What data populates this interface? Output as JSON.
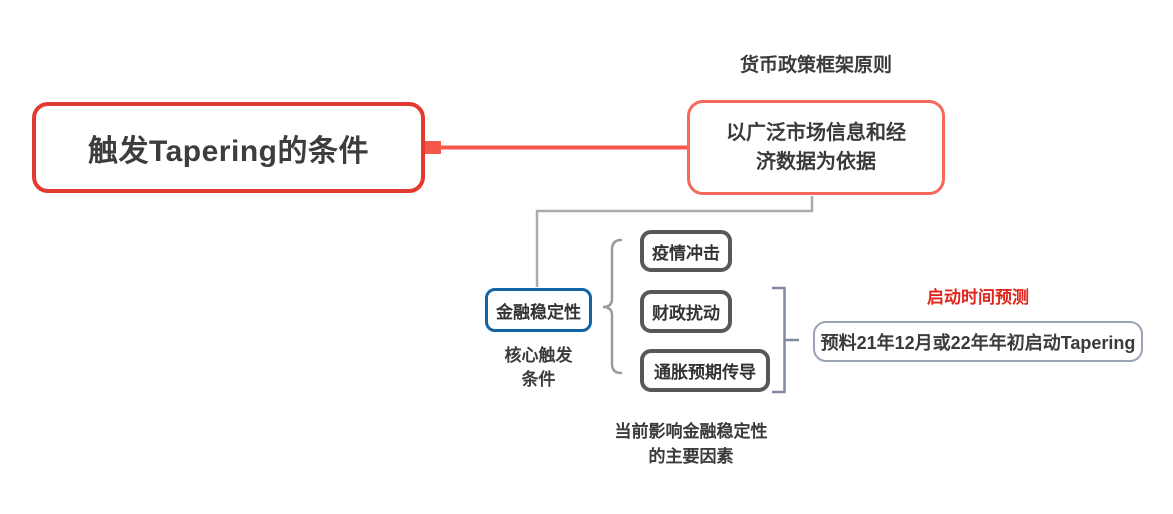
{
  "colors": {
    "root_border": "#e23a30",
    "principle_border": "#f4695c",
    "connector_red": "#f4584b",
    "connector_gray": "#ababab",
    "stability_border": "#1164a5",
    "factor_border": "#58585a",
    "brace_gray": "#9b9b9b",
    "bracket_gray": "#7f8aa0",
    "prediction_border": "#9aa3b4",
    "prediction_label": "#e1261d"
  },
  "mindmap": {
    "root": {
      "label": "触发Tapering的条件"
    },
    "principle": {
      "floating_label": "货币政策框架原则",
      "label": "以广泛市场信息和经\n济数据为依据"
    },
    "stability": {
      "label": "金融稳定性",
      "caption": "核心触发\n条件"
    },
    "factors": {
      "items": [
        {
          "label": "疫情冲击"
        },
        {
          "label": "财政扰动"
        },
        {
          "label": "通胀预期传导"
        }
      ],
      "caption": "当前影响金融稳定性\n的主要因素"
    },
    "prediction": {
      "floating_label": "启动时间预测",
      "label": "预料21年12月或22年年初启动Tapering"
    }
  }
}
